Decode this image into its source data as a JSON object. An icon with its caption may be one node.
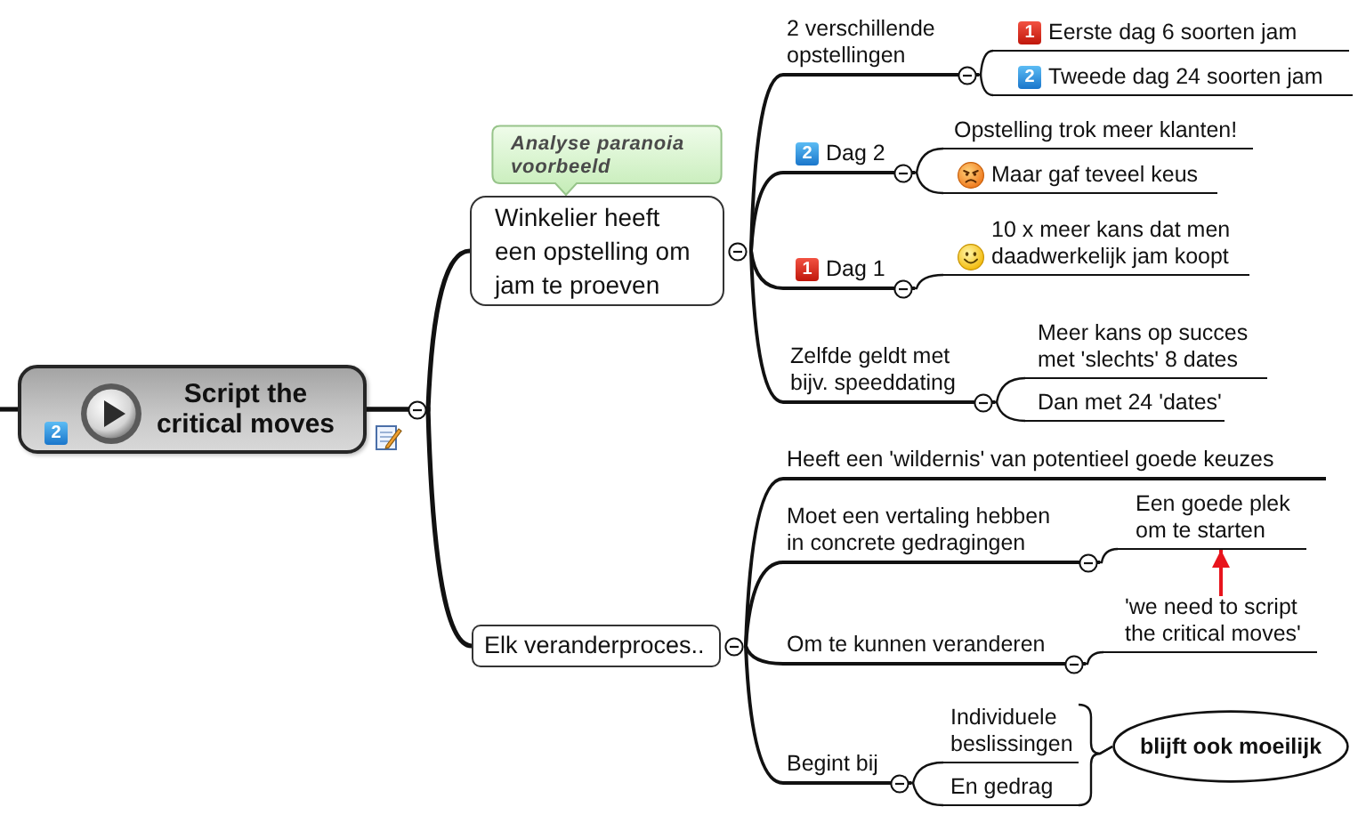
{
  "diagram": {
    "nodes": [
      {
        "text": [
          "2",
          "Script the critical moves"
        ]
      },
      {
        "text": [
          "Analyse paranoia voorbeeld"
        ]
      },
      {
        "text": [
          "Winkelier heeft een opstelling om jam te proeven"
        ]
      },
      {
        "text": [
          "2 verschillende opstellingen"
        ]
      },
      {
        "text": [
          "1",
          "Eerste dag 6 soorten jam"
        ]
      },
      {
        "text": [
          "2",
          "Tweede dag 24 soorten jam"
        ]
      },
      {
        "text": [
          "2",
          "Dag 2"
        ]
      },
      {
        "text": [
          "Opstelling trok meer klanten!"
        ]
      },
      {
        "text": [
          "Maar gaf teveel keus"
        ]
      },
      {
        "text": [
          "1",
          "Dag 1"
        ]
      },
      {
        "text": [
          "10 x meer kans dat men daadwerkelijk jam koopt"
        ]
      },
      {
        "text": [
          "Zelfde geldt met bijv. speeddating"
        ]
      },
      {
        "text": [
          "Meer kans op succes met 'slechts' 8 dates"
        ]
      },
      {
        "text": [
          "Dan met 24 'dates'"
        ]
      },
      {
        "text": [
          "Elk veranderproces.."
        ]
      },
      {
        "text": [
          "Heeft een 'wildernis' van potentieel goede keuzes"
        ]
      },
      {
        "text": [
          "Moet een vertaling hebben in concrete gedragingen"
        ]
      },
      {
        "text": [
          "Een goede plek om te starten"
        ]
      },
      {
        "text": [
          "Om te kunnen veranderen"
        ]
      },
      {
        "text": [
          "'we need to script the critical moves'"
        ]
      },
      {
        "text": [
          "Begint bij"
        ]
      },
      {
        "text": [
          "Individuele beslissingen"
        ]
      },
      {
        "text": [
          "En gedrag"
        ]
      },
      {
        "text": [
          "blijft ook moeilijk"
        ]
      }
    ],
    "edges": [
      {
        "from": null,
        "to": 0,
        "arrow": "none"
      },
      {
        "from": 0,
        "to": 2,
        "arrow": "none"
      },
      {
        "from": 0,
        "to": 14,
        "arrow": "none"
      },
      {
        "from": 2,
        "to": 3,
        "arrow": "none"
      },
      {
        "from": 3,
        "to": 4,
        "arrow": "none"
      },
      {
        "from": 3,
        "to": 5,
        "arrow": "none"
      },
      {
        "from": 2,
        "to": 6,
        "arrow": "none"
      },
      {
        "from": 6,
        "to": 7,
        "arrow": "none"
      },
      {
        "from": 6,
        "to": 8,
        "arrow": "none"
      },
      {
        "from": 2,
        "to": 9,
        "arrow": "none"
      },
      {
        "from": 9,
        "to": 10,
        "arrow": "none"
      },
      {
        "from": 2,
        "to": 11,
        "arrow": "none"
      },
      {
        "from": 11,
        "to": 12,
        "arrow": "none"
      },
      {
        "from": 11,
        "to": 13,
        "arrow": "none"
      },
      {
        "from": 14,
        "to": 15,
        "arrow": "none"
      },
      {
        "from": 14,
        "to": 16,
        "arrow": "none"
      },
      {
        "from": 16,
        "to": 17,
        "arrow": "none"
      },
      {
        "from": 14,
        "to": 18,
        "arrow": "none"
      },
      {
        "from": 18,
        "to": 19,
        "arrow": "none"
      },
      {
        "from": 19,
        "to": 17,
        "arrow": "to",
        "color": "#e8141c"
      },
      {
        "from": 14,
        "to": 20,
        "arrow": "none"
      },
      {
        "from": 20,
        "to": 21,
        "arrow": "none"
      },
      {
        "from": 20,
        "to": 22,
        "arrow": "none"
      },
      {
        "from": 21,
        "to": 23,
        "arrow": "none"
      },
      {
        "from": 22,
        "to": 23,
        "arrow": "none"
      }
    ]
  }
}
